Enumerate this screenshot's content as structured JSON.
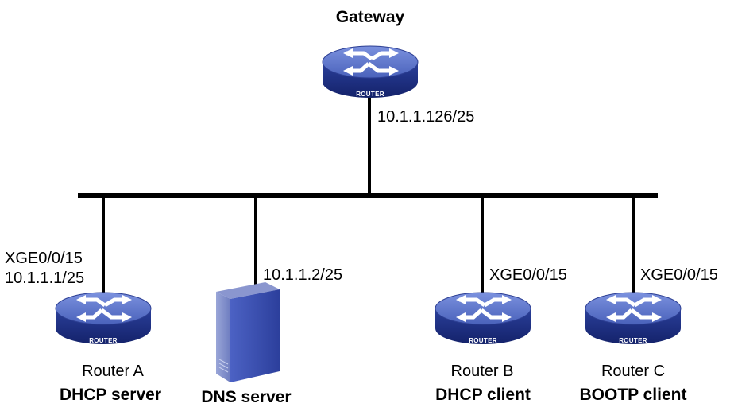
{
  "gateway": {
    "title": "Gateway",
    "ip": "10.1.1.126/25",
    "device_tag": "ROUTER"
  },
  "router_a": {
    "interface": "XGE0/0/15",
    "ip": "10.1.1.1/25",
    "name": "Router A",
    "role": "DHCP server",
    "device_tag": "ROUTER"
  },
  "dns": {
    "ip": "10.1.1.2/25",
    "role": "DNS server"
  },
  "router_b": {
    "interface": "XGE0/0/15",
    "name": "Router B",
    "role": "DHCP client",
    "device_tag": "ROUTER"
  },
  "router_c": {
    "interface": "XGE0/0/15",
    "name": "Router C",
    "role": "BOOTP client",
    "device_tag": "ROUTER"
  },
  "colors": {
    "router_top": "#5b73c6",
    "router_side": "#1c2f86",
    "server_front": "#3a4eb0",
    "link": "#000000"
  }
}
